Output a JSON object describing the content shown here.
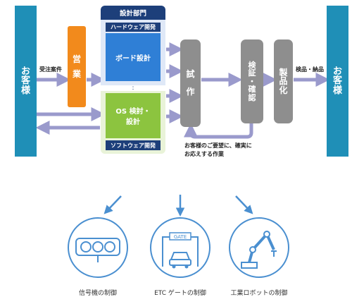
{
  "flow": {
    "customer_left": [
      "お",
      "客",
      "様"
    ],
    "customer_right": [
      "お",
      "客",
      "様"
    ],
    "order_label": "受注案件",
    "sales": [
      "営",
      "業"
    ],
    "design_dept": {
      "title": "設計部門",
      "hw_label": "ハードウェア開発",
      "hw_task": "ボード設計",
      "sw_task_line1": "OS 検討・",
      "sw_task_line2": "設計",
      "sw_label": "ソフトウェア開発"
    },
    "prototype": [
      "試",
      "作"
    ],
    "verify": [
      "検",
      "証",
      "・",
      "確",
      "認"
    ],
    "productize": [
      "製",
      "品",
      "化"
    ],
    "inspect_label": "検品・納品",
    "feedback_line1": "お客様のご要望に、確実に",
    "feedback_line2": "お応えする作業"
  },
  "applications": [
    {
      "caption": "信号機の制御",
      "icon": "traffic-light-icon"
    },
    {
      "caption": "ETC ゲートの制御",
      "icon": "etc-gate-icon",
      "sign": "GATE"
    },
    {
      "caption": "工業ロボットの制御",
      "icon": "industrial-robot-icon"
    }
  ],
  "colors": {
    "customer": "#1f8fb7",
    "sales": "#f28a1c",
    "dept_header": "#1d3f7a",
    "hw": "#2f7fd6",
    "sw": "#8cc43f",
    "process": "#8e8e8e",
    "arrow": "#9a9acc",
    "icon_line": "#4a8fd0"
  }
}
